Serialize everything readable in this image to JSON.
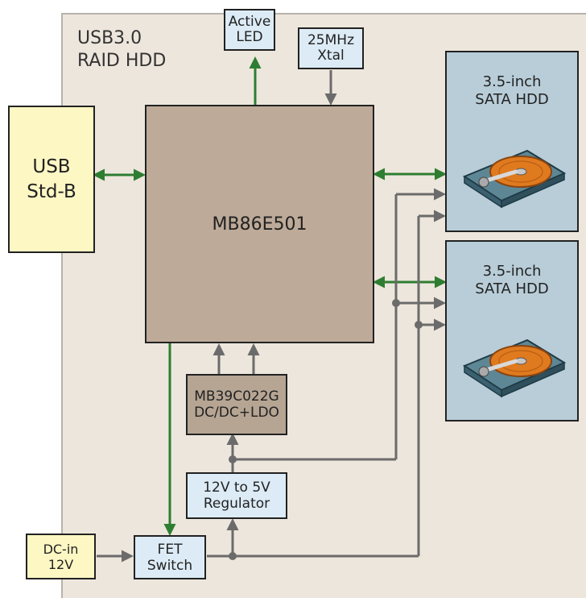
{
  "board": {
    "title": "USB3.0\nRAID HDD"
  },
  "blocks": {
    "active_led": "Active\nLED",
    "xtal": "25MHz\nXtal",
    "usb_connector": "USB\nStd-B",
    "controller": "MB86E501",
    "pmic": "MB39C022G\nDC/DC+LDO",
    "regulator": "12V to 5V\nRegulator",
    "dc_in": "DC-in\n12V",
    "fet_switch": "FET\nSwitch"
  },
  "drives": [
    {
      "label": "3.5-inch\nSATA HDD"
    },
    {
      "label": "3.5-inch\nSATA HDD"
    }
  ],
  "colors": {
    "signal_arrow": "#2e7d32",
    "power_wire": "#6b6b6b",
    "board_background": "#ede6dc",
    "controller_fill": "#bdaa98",
    "connector_fill": "#fdf7c4",
    "small_block_fill": "#dcebf5",
    "drive_panel_fill": "#b8cdd8",
    "platter_orange": "#e07a1f"
  }
}
